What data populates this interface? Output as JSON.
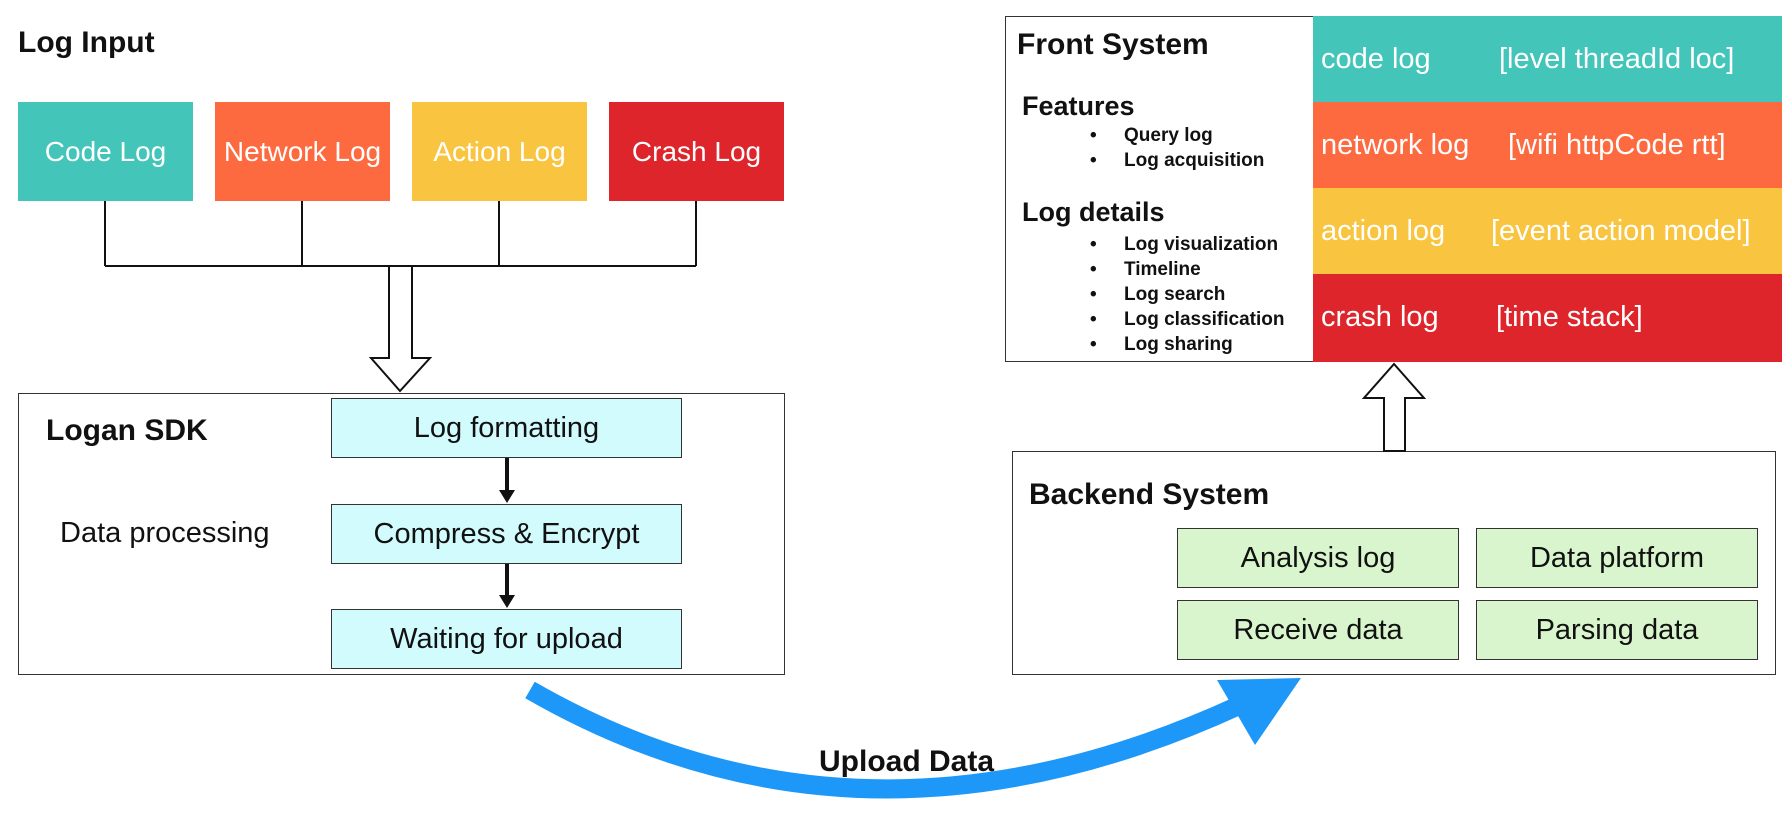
{
  "log_input": {
    "title": "Log Input",
    "boxes": [
      {
        "label": "Code Log",
        "color": "#44c5ba"
      },
      {
        "label": "Network Log",
        "color": "#fe6a3f"
      },
      {
        "label": "Action Log",
        "color": "#f9c43f"
      },
      {
        "label": "Crash Log",
        "color": "#de252b"
      }
    ]
  },
  "sdk": {
    "title": "Logan SDK",
    "side_label": "Data processing",
    "steps": [
      "Log formatting",
      "Compress & Encrypt",
      "Waiting for upload"
    ]
  },
  "upload": {
    "label": "Upload Data",
    "arrow_color": "#1e98f8"
  },
  "backend": {
    "title": "Backend System",
    "items": [
      "Analysis log",
      "Data platform",
      "Receive data",
      "Parsing data"
    ]
  },
  "front": {
    "title": "Front System",
    "features_title": "Features",
    "features": [
      "Query log",
      "Log acquisition"
    ],
    "details_title": "Log details",
    "details": [
      "Log visualization",
      "Timeline",
      "Log search",
      "Log classification",
      "Log sharing"
    ],
    "bullet": "•",
    "log_types": [
      {
        "name": "code log",
        "fields": "[level threadId loc]",
        "color": "#44c5ba"
      },
      {
        "name": "network log",
        "fields": "[wifi httpCode rtt]",
        "color": "#fe6a3f"
      },
      {
        "name": "action log",
        "fields": "[event action model]",
        "color": "#f9c43f"
      },
      {
        "name": "crash log",
        "fields": "[time stack]",
        "color": "#de252b"
      }
    ]
  }
}
